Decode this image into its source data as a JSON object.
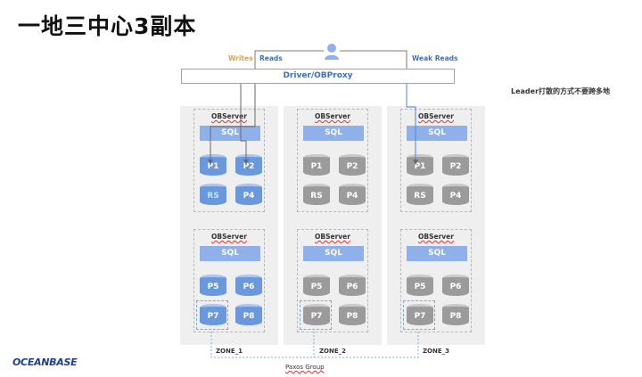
{
  "title": "一地三中心3副本",
  "labels": {
    "writes": "Writes",
    "reads": "Reads",
    "weak_reads": "Weak Reads",
    "driver": "Driver/OBProxy",
    "note": "Leader打散的方式不要跨多地",
    "paxos": "Paxos Group",
    "logo": "OCEANBASE"
  },
  "server_label": "OBServer",
  "sql_label": "SQL",
  "zones": [
    {
      "name": "ZONE_1",
      "servers": [
        [
          {
            "t": "P1",
            "c": "blue"
          },
          {
            "t": "P2",
            "c": "blue"
          },
          {
            "t": "RS",
            "c": "blue"
          },
          {
            "t": "P4",
            "c": "blue"
          }
        ],
        [
          {
            "t": "P5",
            "c": "blue"
          },
          {
            "t": "P6",
            "c": "blue"
          },
          {
            "t": "P7",
            "c": "blue"
          },
          {
            "t": "P8",
            "c": "blue"
          }
        ]
      ]
    },
    {
      "name": "ZONE_2",
      "servers": [
        [
          {
            "t": "P1",
            "c": "grey"
          },
          {
            "t": "P2",
            "c": "grey"
          },
          {
            "t": "RS",
            "c": "grey"
          },
          {
            "t": "P4",
            "c": "grey"
          }
        ],
        [
          {
            "t": "P5",
            "c": "grey"
          },
          {
            "t": "P6",
            "c": "grey"
          },
          {
            "t": "P7",
            "c": "grey"
          },
          {
            "t": "P8",
            "c": "grey"
          }
        ]
      ]
    },
    {
      "name": "ZONE_3",
      "servers": [
        [
          {
            "t": "P1",
            "c": "grey"
          },
          {
            "t": "P2",
            "c": "grey"
          },
          {
            "t": "RS",
            "c": "grey"
          },
          {
            "t": "P4",
            "c": "grey"
          }
        ],
        [
          {
            "t": "P5",
            "c": "grey"
          },
          {
            "t": "P6",
            "c": "grey"
          },
          {
            "t": "P7",
            "c": "grey"
          },
          {
            "t": "P8",
            "c": "grey"
          }
        ]
      ]
    }
  ],
  "colors": {
    "accent": "#6a98dc",
    "replica": "#9b9b9b",
    "write": "#e0a23a",
    "read": "#3a6fbf"
  }
}
